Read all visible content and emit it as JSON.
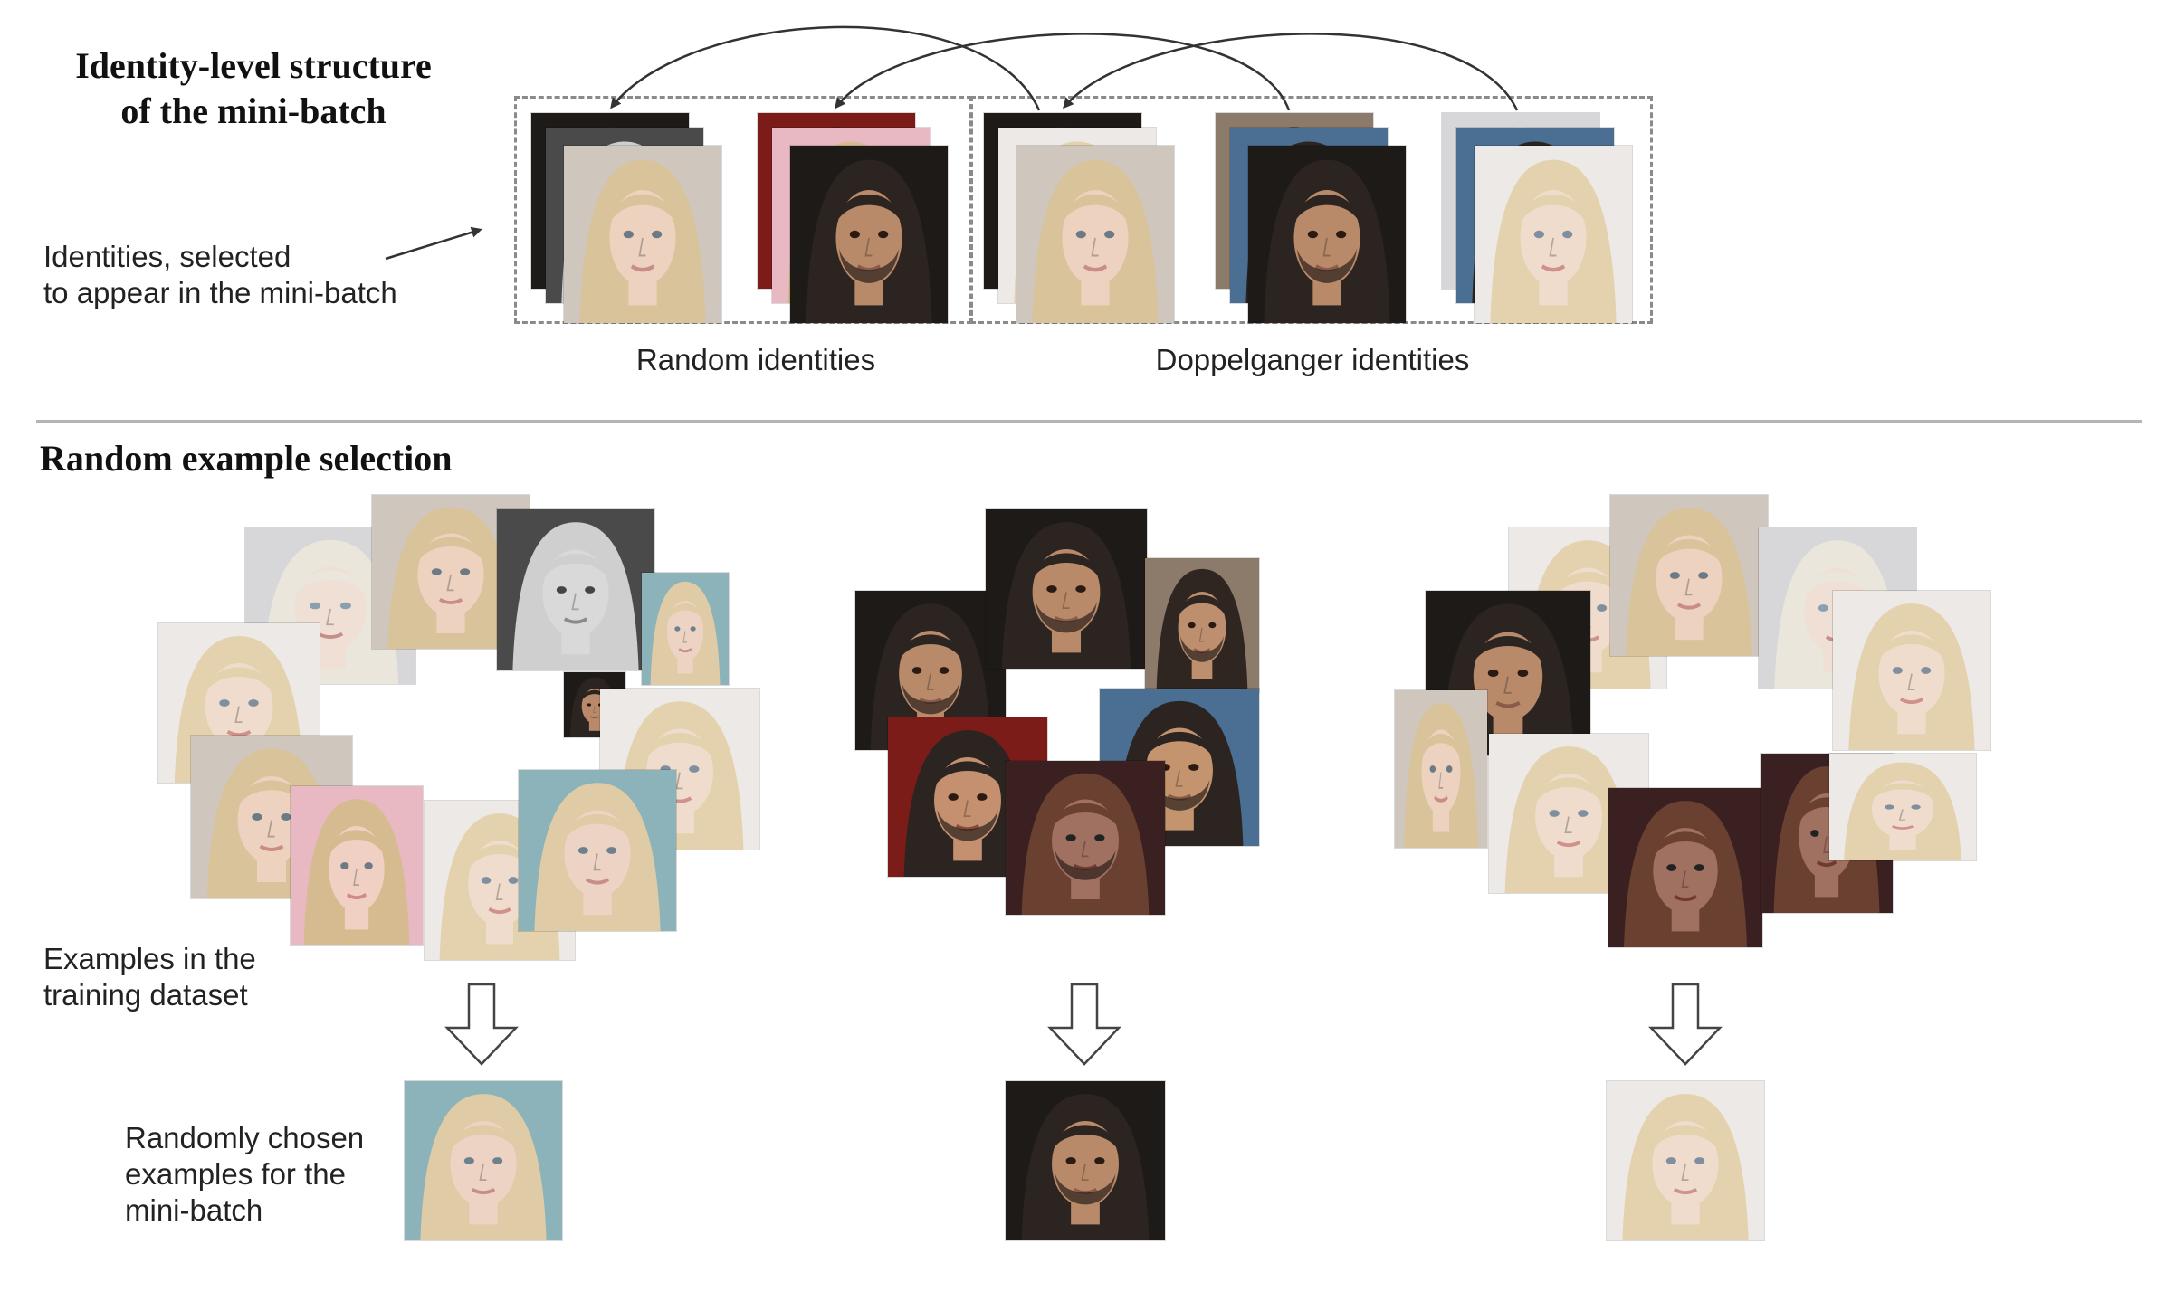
{
  "header": {
    "title_line1": "Identity-level structure",
    "title_line2": "of the mini-batch",
    "identities_note_line1": "Identities, selected",
    "identities_note_line2": "to appear in the mini-batch",
    "random_caption": "Random identities",
    "doppelganger_caption": "Doppelganger identities"
  },
  "section": {
    "title": "Random example selection",
    "examples_note_line1": "Examples in the",
    "examples_note_line2": "training dataset",
    "chosen_note_line1": "Randomly chosen",
    "chosen_note_line2": "examples for the",
    "chosen_note_line3": "mini-batch"
  },
  "colors": {
    "dash": "#8a8a8a",
    "divider": "#b5b5b5",
    "arrow": "#333333",
    "blonde_hair": "#d9c39a",
    "dark_hair": "#2b2420",
    "skin_light": "#ecd2bf",
    "skin_tan": "#b98a6a",
    "background_dark": "#1e1a18"
  },
  "icons": [
    "curved-arrow-icon",
    "pointer-arrow-icon",
    "down-arrow-icon"
  ]
}
